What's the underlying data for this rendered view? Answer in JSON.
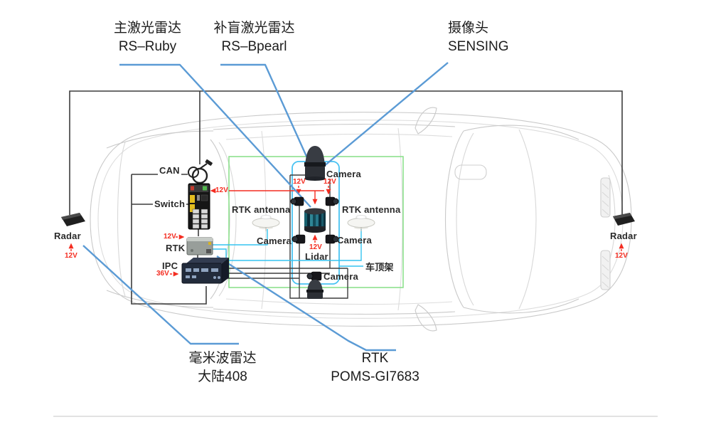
{
  "callouts": {
    "main_lidar": {
      "title": "主激光雷达",
      "model": "RS–Ruby"
    },
    "blind_lidar": {
      "title": "补盲激光雷达",
      "model": "RS–Bpearl"
    },
    "camera": {
      "title": "摄像头",
      "model": "SENSING"
    },
    "mmwave_radar": {
      "title": "毫米波雷达",
      "model": "大陆408"
    },
    "rtk": {
      "title": "RTK",
      "model": "POMS-GI7683"
    }
  },
  "components": {
    "can": "CAN",
    "switch": "Switch",
    "rtk": "RTK",
    "ipc": "IPC",
    "radar_left": "Radar",
    "radar_right": "Radar",
    "rtk_antenna_left": "RTK antenna",
    "rtk_antenna_right": "RTK antenna",
    "camera_top": "Camera",
    "camera_left": "Camera",
    "camera_right": "Camera",
    "camera_bottom": "Camera",
    "lidar": "Lidar",
    "roof_rack": "车顶架"
  },
  "power": {
    "switch": "12V",
    "rtk": "12V",
    "ipc": "36V",
    "radar_left": "12V",
    "radar_right": "12V",
    "camera_left": "12V",
    "camera_right": "12V",
    "lidar": "12V"
  },
  "colors": {
    "leader_blue": "#5b9bd5",
    "wire_red": "#f42c20",
    "wire_cyan": "#35c4f0",
    "wire_black": "#3d3d3d",
    "zone_green": "#86df86",
    "rack_blue": "#49c3f2",
    "car_outline": "#c9c9c9"
  }
}
